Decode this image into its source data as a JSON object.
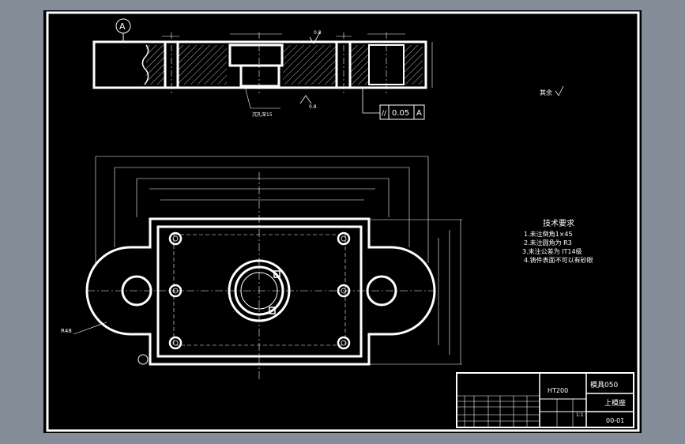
{
  "app": {
    "viewport_bg": "#000000",
    "frame_bg": "#848c98",
    "stroke_color": "#ffffff"
  },
  "section_view": {
    "datum_label": "A",
    "surface_finish_left": "0.8",
    "surface_finish_bottom": "0.8",
    "note_holes": "沉孔深15",
    "gdt_symbol": "//",
    "gdt_value": "0.05",
    "gdt_datum": "A"
  },
  "roughness_note": {
    "text": "其余"
  },
  "technical_requirements": {
    "title": "技术要求",
    "items": [
      "1.未注倒角1×45",
      "2.未注圆角为 R3",
      "3.未注公差为 IT14级",
      "4.铸件表面不可以有砂眼"
    ]
  },
  "plan_view": {
    "leader_label": "R48"
  },
  "title_block": {
    "material": "HT200",
    "drawing_name": "模具050",
    "part_name": "上模座",
    "drawing_no": "00-01",
    "scale": "1:1"
  }
}
